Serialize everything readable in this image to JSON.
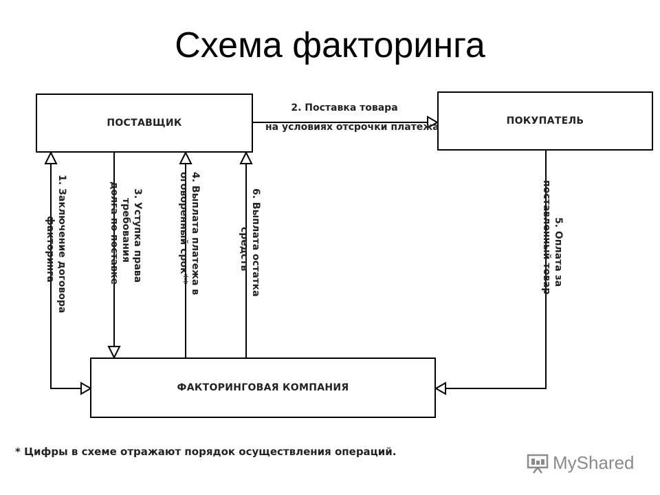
{
  "title": "Схема факторинга",
  "nodes": {
    "supplier": "ПОСТАВЩИК",
    "buyer": "ПОКУПАТЕЛЬ",
    "factoring_company": "ФАКТОРИНГОВАЯ КОМПАНИЯ"
  },
  "edges": {
    "step1": [
      "1. Заключение договора",
      "факторинга"
    ],
    "step2": [
      "2. Поставка товара",
      "на условиях отсрочки платежа"
    ],
    "step3": [
      "3. Уступка права",
      "требования",
      "долга по поставке"
    ],
    "step4": [
      "4. Выплата платежа в",
      "оговоренный срок**"
    ],
    "step5": [
      "5. Оплата за",
      "поставленный товар"
    ],
    "step6": [
      "6. Выплата остатка",
      "средств"
    ]
  },
  "footnote": "* Цифры в схеме отражают порядок осуществления операций.",
  "watermark": "MyShared"
}
